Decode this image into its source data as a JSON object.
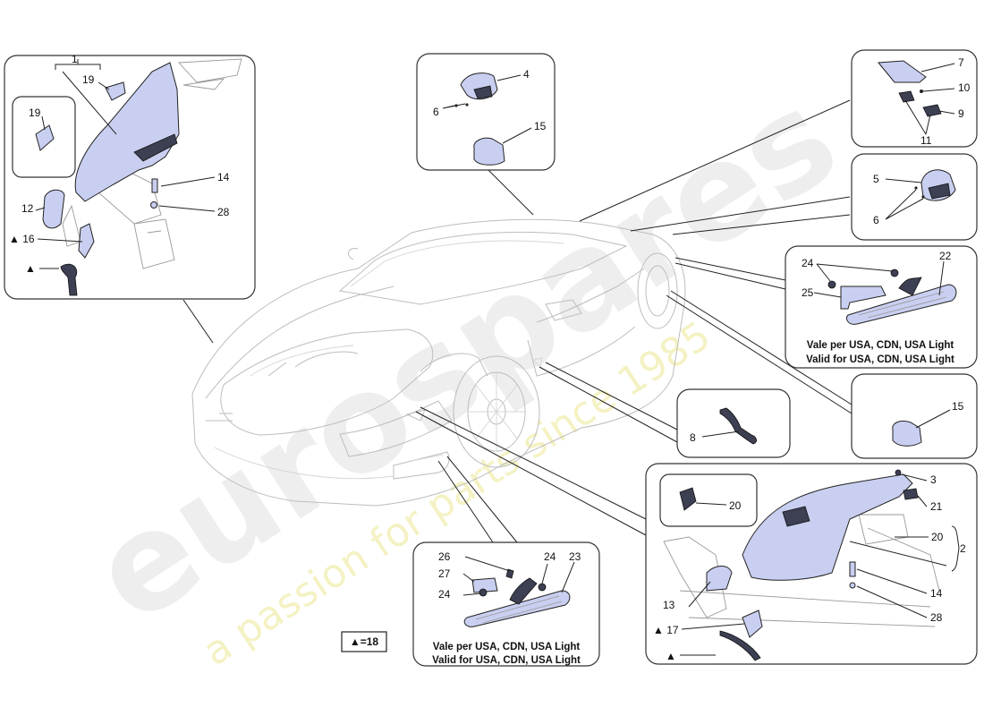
{
  "callouts": {
    "c1": "1",
    "c19a": "19",
    "c19b": "19",
    "c14a": "14",
    "c28a": "28",
    "c12": "12",
    "c16": "▲ 16",
    "c_tri_left": "▲",
    "c4": "4",
    "c6a": "6",
    "c15a": "15",
    "c7": "7",
    "c10": "10",
    "c9": "9",
    "c11": "11",
    "c5": "5",
    "c6b": "6",
    "c24a": "24",
    "c22": "22",
    "c25": "25",
    "c8": "8",
    "c15b": "15",
    "c3": "3",
    "c21": "21",
    "c20a": "20",
    "c20b": "20",
    "c2": "2",
    "c14b": "14",
    "c28b": "28",
    "c13": "13",
    "c17": "▲ 17",
    "c_tri_right": "▲",
    "c26": "26",
    "c27": "27",
    "c24b": "24",
    "c24c": "24",
    "c23": "23"
  },
  "notes": {
    "note_right_it": "Vale per USA, CDN, USA Light",
    "note_right_en": "Valid for USA, CDN, USA Light",
    "note_bottom_it": "Vale per USA, CDN, USA Light",
    "note_bottom_en": "Valid for USA, CDN, USA Light"
  },
  "legend": {
    "triangle_eq": "▲=18"
  },
  "watermark": {
    "brand": "eurospares",
    "tagline": "a passion for parts since 1985"
  },
  "colors": {
    "part_fill": "#c9cff0",
    "line": "#222222",
    "car_line": "#bdbdbd"
  }
}
